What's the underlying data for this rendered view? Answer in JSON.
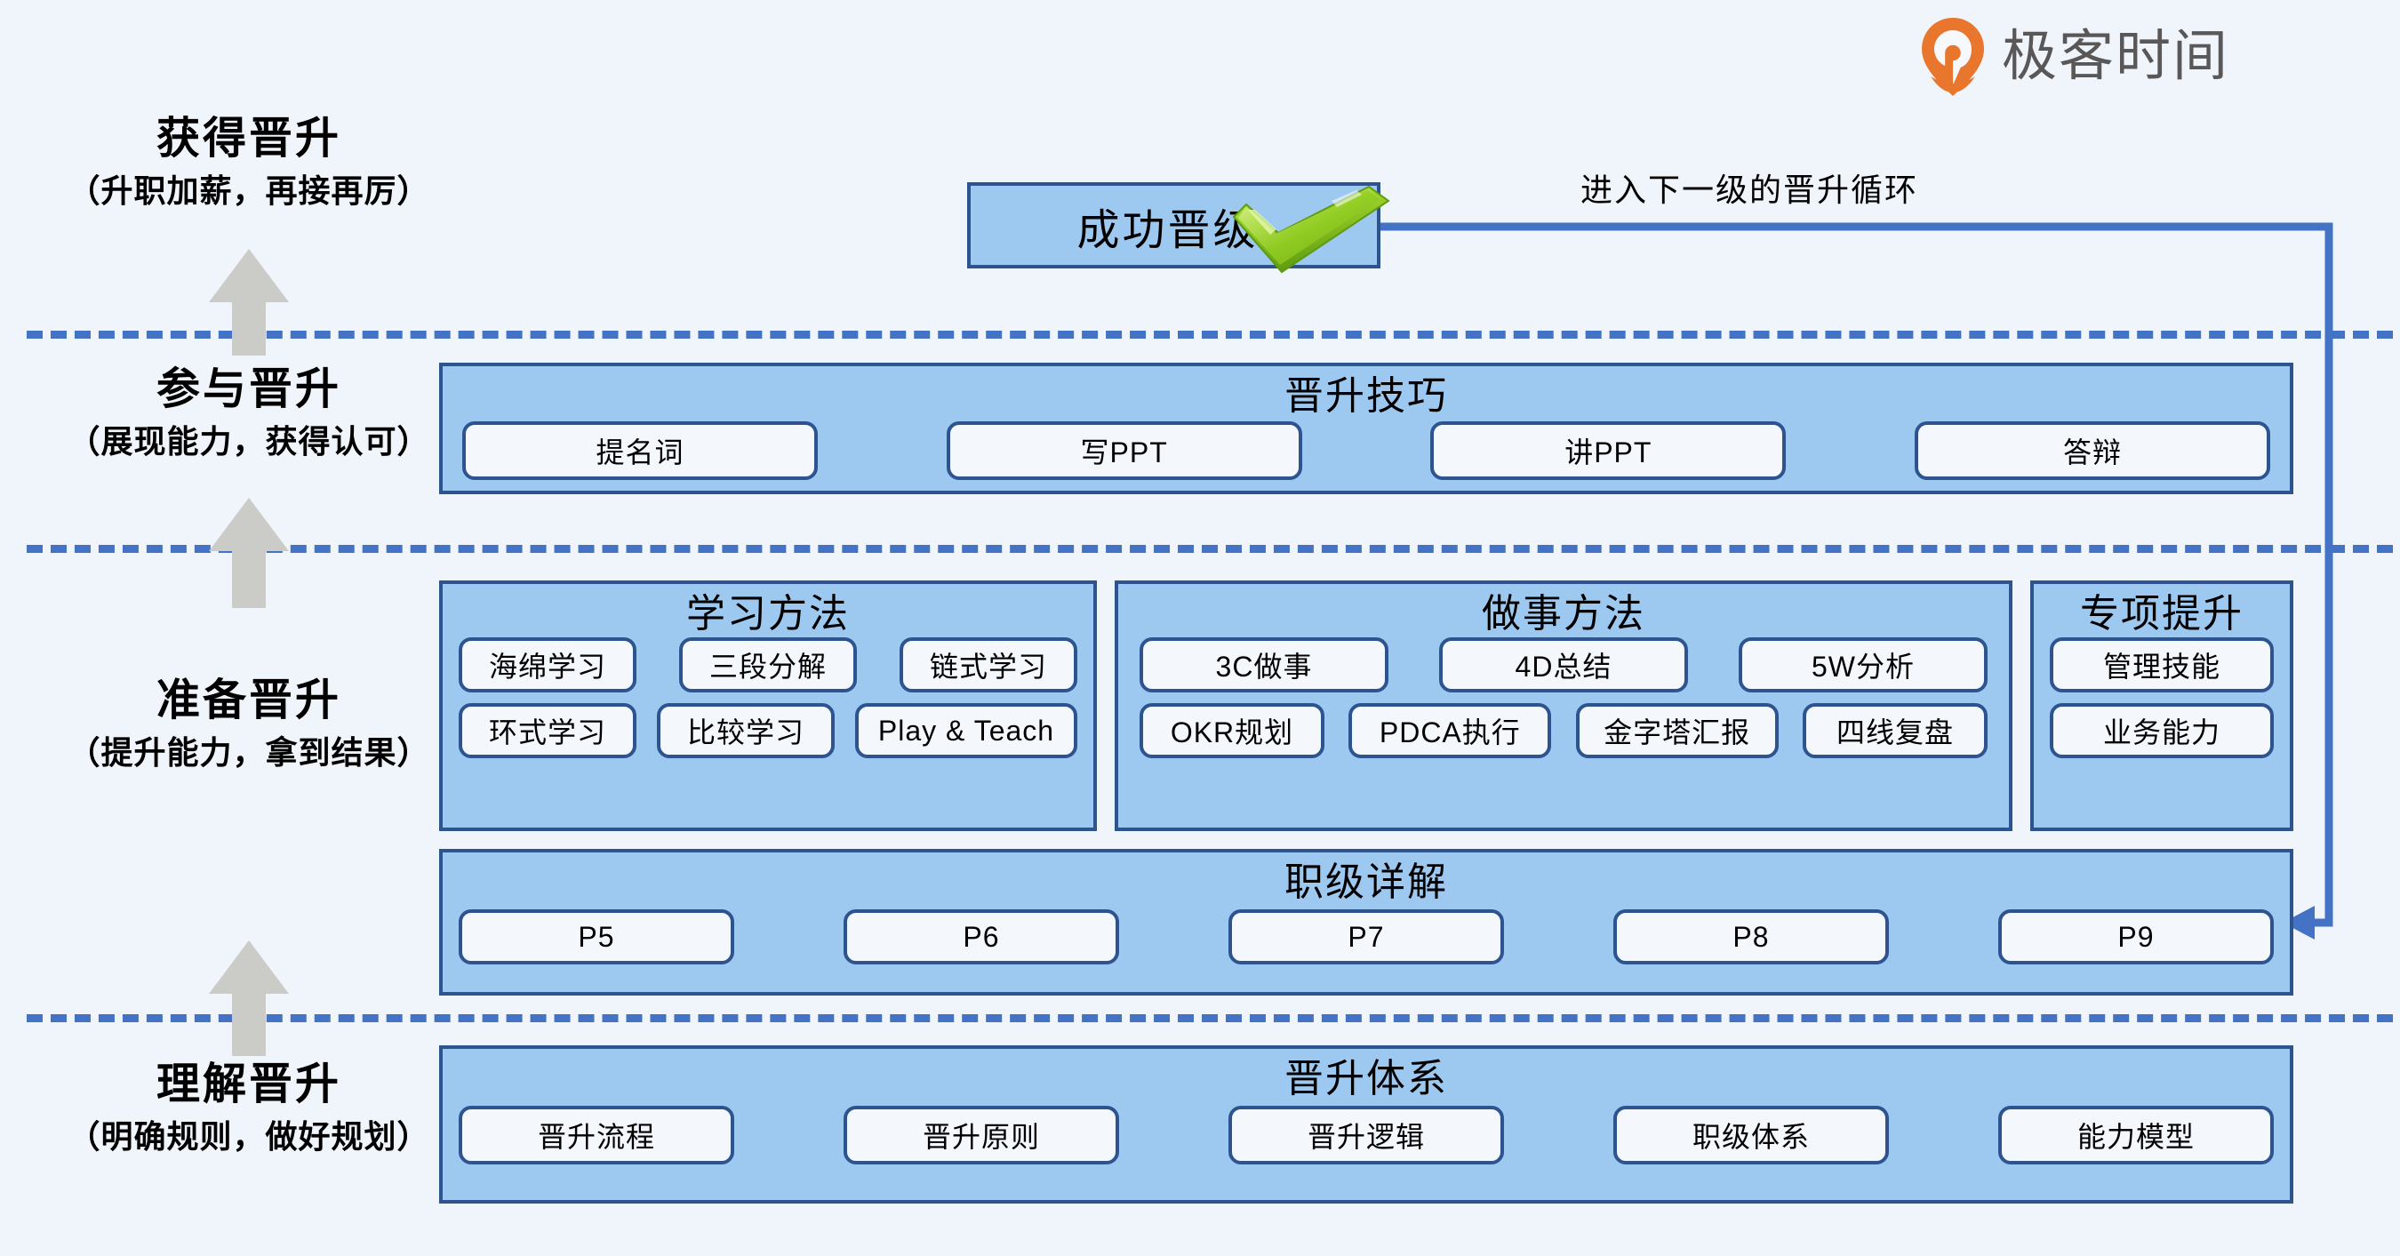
{
  "brand": {
    "name": "极客时间",
    "logo_color": "#E8762C",
    "text_color": "#595757"
  },
  "theme": {
    "background": "#F0F5FC",
    "band_fill": "#9DC8F0",
    "band_border": "#2E5490",
    "chip_fill": "#F4F8FD",
    "dashed_line": "#4472C4",
    "gray_arrow": "#CBCBC8",
    "loop_arrow": "#4472C4",
    "check_green": "#7CC424"
  },
  "stages": [
    {
      "title": "获得晋升",
      "subtitle": "（升职加薪，再接再厉）"
    },
    {
      "title": "参与晋升",
      "subtitle": "（展现能力，获得认可）"
    },
    {
      "title": "准备晋升",
      "subtitle": "（提升能力，拿到结果）"
    },
    {
      "title": "理解晋升",
      "subtitle": "（明确规则，做好规划）"
    }
  ],
  "success": {
    "label": "成功晋级",
    "icon": "green-check-icon"
  },
  "loop": {
    "label": "进入下一级的晋升循环"
  },
  "bands": {
    "promotion_skills": {
      "title": "晋升技巧",
      "chips": [
        "提名词",
        "写PPT",
        "讲PPT",
        "答辩"
      ]
    },
    "study_methods": {
      "title": "学习方法",
      "row1": [
        "海绵学习",
        "三段分解",
        "链式学习"
      ],
      "row2": [
        "环式学习",
        "比较学习",
        "Play & Teach"
      ]
    },
    "work_methods": {
      "title": "做事方法",
      "row1": [
        "3C做事",
        "4D总结",
        "5W分析"
      ],
      "row2": [
        "OKR规划",
        "PDCA执行",
        "金字塔汇报",
        "四线复盘"
      ]
    },
    "special_uplift": {
      "title": "专项提升",
      "chips": [
        "管理技能",
        "业务能力"
      ]
    },
    "level_details": {
      "title": "职级详解",
      "chips": [
        "P5",
        "P6",
        "P7",
        "P8",
        "P9"
      ]
    },
    "promotion_system": {
      "title": "晋升体系",
      "chips": [
        "晋升流程",
        "晋升原则",
        "晋升逻辑",
        "职级体系",
        "能力模型"
      ]
    }
  }
}
